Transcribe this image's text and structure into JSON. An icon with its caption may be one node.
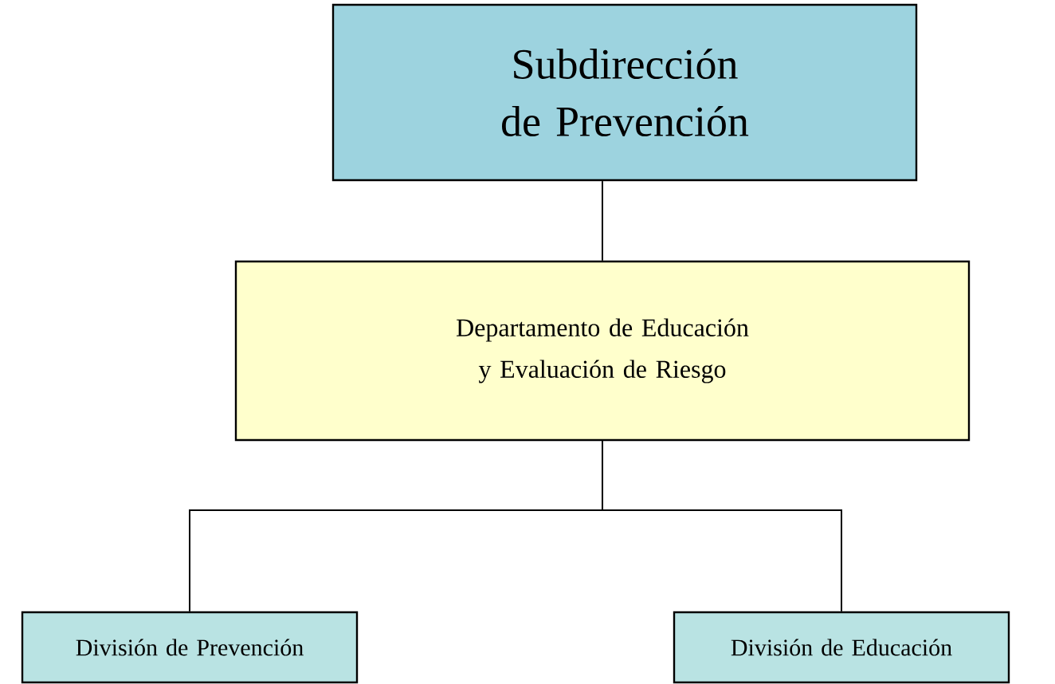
{
  "diagram": {
    "nodes": [
      {
        "text": [
          "Subdirección de Prevención"
        ]
      },
      {
        "text": [
          "Departamento de Educación y Evaluación de Riesgo"
        ]
      },
      {
        "text": [
          "División de Prevención"
        ]
      },
      {
        "text": [
          "División de Educación"
        ]
      }
    ],
    "edges": [
      {
        "from": 0,
        "to": 1,
        "arrow": "none"
      },
      {
        "from": 1,
        "to": 2,
        "arrow": "none"
      },
      {
        "from": 1,
        "to": 3,
        "arrow": "none"
      }
    ]
  }
}
